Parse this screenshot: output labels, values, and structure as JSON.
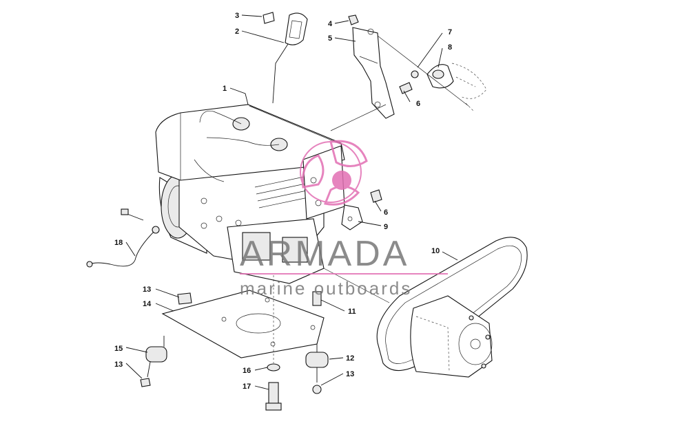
{
  "callouts": {
    "c1": "1",
    "c2": "2",
    "c3": "3",
    "c4": "4",
    "c5": "5",
    "c6a": "6",
    "c6b": "6",
    "c7": "7",
    "c8": "8",
    "c9": "9",
    "c10": "10",
    "c11": "11",
    "c12": "12",
    "c13a": "13",
    "c13b": "13",
    "c13c": "13",
    "c14": "14",
    "c15": "15",
    "c16": "16",
    "c17": "17",
    "c18": "18"
  },
  "watermark": {
    "name": "ARMADA",
    "tagline": "marine outboards",
    "color": "#e26fb3"
  }
}
